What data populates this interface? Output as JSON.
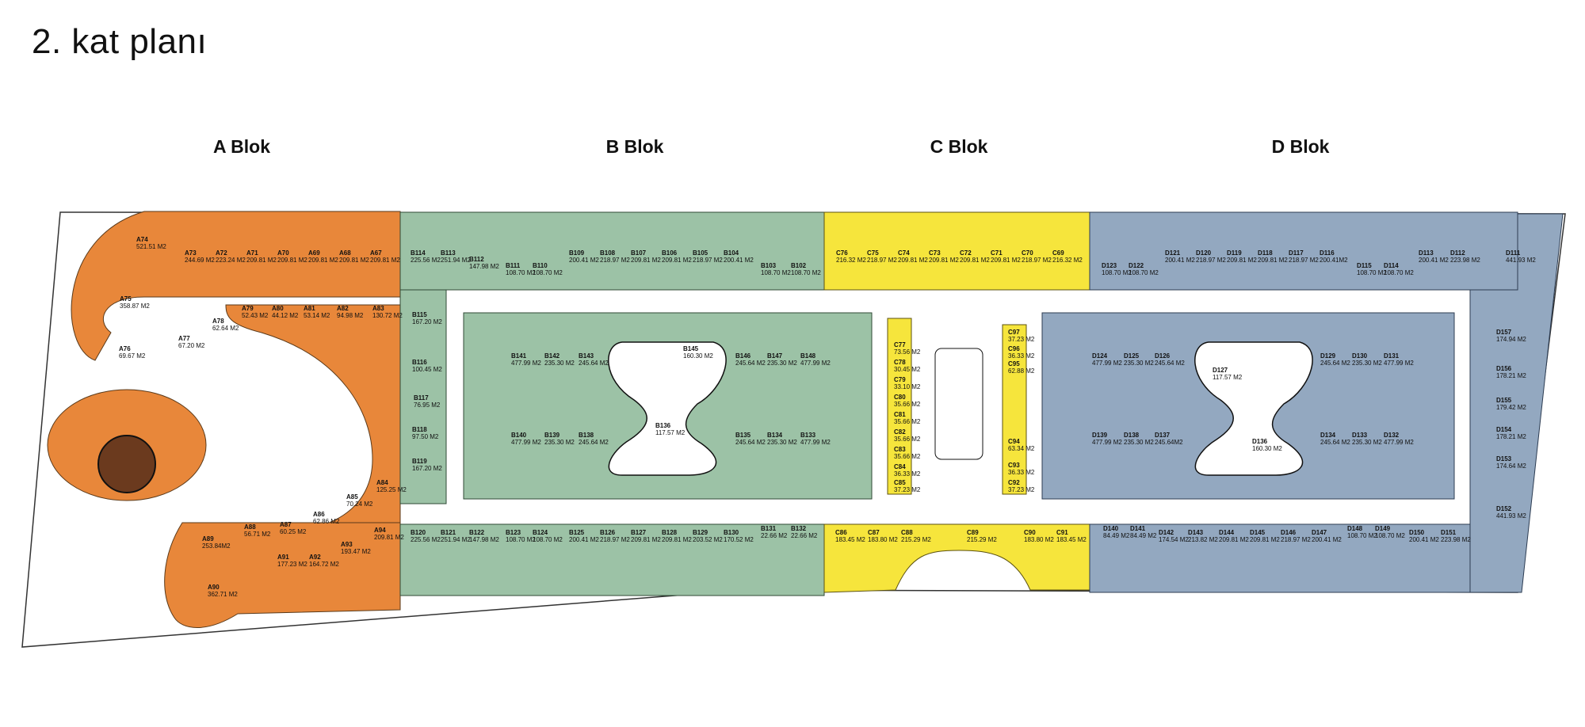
{
  "title": "2. kat planı",
  "blocks": [
    {
      "label": "A Blok",
      "color": "#E8873A"
    },
    {
      "label": "B Blok",
      "color": "#9CC2A6"
    },
    {
      "label": "C Blok",
      "color": "#F6E53C"
    },
    {
      "label": "D Blok",
      "color": "#93A8C0"
    }
  ],
  "units": {
    "A": [
      {
        "id": "A74",
        "area": "521.51 M2"
      },
      {
        "id": "A73",
        "area": "244.69 M2"
      },
      {
        "id": "A72",
        "area": "223.24 M2"
      },
      {
        "id": "A71",
        "area": "209.81 M2"
      },
      {
        "id": "A70",
        "area": "209.81 M2"
      },
      {
        "id": "A69",
        "area": "209.81 M2"
      },
      {
        "id": "A68",
        "area": "209.81 M2"
      },
      {
        "id": "A67",
        "area": "209.81 M2"
      },
      {
        "id": "A75",
        "area": "358.87 M2"
      },
      {
        "id": "A76",
        "area": "69.67 M2"
      },
      {
        "id": "A77",
        "area": "67.20 M2"
      },
      {
        "id": "A78",
        "area": "62.64 M2"
      },
      {
        "id": "A79",
        "area": "52.43 M2"
      },
      {
        "id": "A80",
        "area": "44.12 M2"
      },
      {
        "id": "A81",
        "area": "53.14 M2"
      },
      {
        "id": "A82",
        "area": "94.98 M2"
      },
      {
        "id": "A83",
        "area": "130.72 M2"
      },
      {
        "id": "A84",
        "area": "125.25 M2"
      },
      {
        "id": "A85",
        "area": "70.24 M2"
      },
      {
        "id": "A86",
        "area": "62.86 M2"
      },
      {
        "id": "A87",
        "area": "60.25 M2"
      },
      {
        "id": "A88",
        "area": "56.71 M2"
      },
      {
        "id": "A89",
        "area": "253.84M2"
      },
      {
        "id": "A90",
        "area": "362.71 M2"
      },
      {
        "id": "A91",
        "area": "177.23 M2"
      },
      {
        "id": "A92",
        "area": "164.72 M2"
      },
      {
        "id": "A93",
        "area": "193.47 M2"
      },
      {
        "id": "A94",
        "area": "209.81 M2"
      }
    ],
    "B": [
      {
        "id": "B114",
        "area": "225.56 M2"
      },
      {
        "id": "B113",
        "area": "251.94 M2"
      },
      {
        "id": "B112",
        "area": "147.98 M2"
      },
      {
        "id": "B111",
        "area": "108.70 M2"
      },
      {
        "id": "B110",
        "area": "108.70 M2"
      },
      {
        "id": "B109",
        "area": "200.41 M2"
      },
      {
        "id": "B108",
        "area": "218.97 M2"
      },
      {
        "id": "B107",
        "area": "209.81 M2"
      },
      {
        "id": "B106",
        "area": "209.81 M2"
      },
      {
        "id": "B105",
        "area": "218.97 M2"
      },
      {
        "id": "B104",
        "area": "200.41 M2"
      },
      {
        "id": "B103",
        "area": "108.70 M2"
      },
      {
        "id": "B102",
        "area": "108.70 M2"
      },
      {
        "id": "B115",
        "area": "167.20 M2"
      },
      {
        "id": "B116",
        "area": "100.45 M2"
      },
      {
        "id": "B117",
        "area": "76.95 M2"
      },
      {
        "id": "B118",
        "area": "97.50 M2"
      },
      {
        "id": "B119",
        "area": "167.20 M2"
      },
      {
        "id": "B141",
        "area": "477.99 M2"
      },
      {
        "id": "B142",
        "area": "235.30 M2"
      },
      {
        "id": "B143",
        "area": "245.64 M2"
      },
      {
        "id": "B145",
        "area": "160.30 M2"
      },
      {
        "id": "B146",
        "area": "245.64 M2"
      },
      {
        "id": "B147",
        "area": "235.30 M2"
      },
      {
        "id": "B148",
        "area": "477.99 M2"
      },
      {
        "id": "B140",
        "area": "477.99 M2"
      },
      {
        "id": "B139",
        "area": "235.30 M2"
      },
      {
        "id": "B138",
        "area": "245.64 M2"
      },
      {
        "id": "B136",
        "area": "117.57 M2"
      },
      {
        "id": "B135",
        "area": "245.64 M2"
      },
      {
        "id": "B134",
        "area": "235.30 M2"
      },
      {
        "id": "B133",
        "area": "477.99 M2"
      },
      {
        "id": "B120",
        "area": "225.56 M2"
      },
      {
        "id": "B121",
        "area": "251.94 M2"
      },
      {
        "id": "B122",
        "area": "147.98 M2"
      },
      {
        "id": "B123",
        "area": "108.70 M2"
      },
      {
        "id": "B124",
        "area": "108.70 M2"
      },
      {
        "id": "B125",
        "area": "200.41 M2"
      },
      {
        "id": "B126",
        "area": "218.97 M2"
      },
      {
        "id": "B127",
        "area": "209.81 M2"
      },
      {
        "id": "B128",
        "area": "209.81 M2"
      },
      {
        "id": "B129",
        "area": "203.52 M2"
      },
      {
        "id": "B130",
        "area": "170.52 M2"
      },
      {
        "id": "B131",
        "area": "22.66 M2"
      },
      {
        "id": "B132",
        "area": "22.66 M2"
      }
    ],
    "C": [
      {
        "id": "C76",
        "area": "216.32 M2"
      },
      {
        "id": "C75",
        "area": "218.97 M2"
      },
      {
        "id": "C74",
        "area": "209.81 M2"
      },
      {
        "id": "C73",
        "area": "209.81 M2"
      },
      {
        "id": "C72",
        "area": "209.81 M2"
      },
      {
        "id": "C71",
        "area": "209.81 M2"
      },
      {
        "id": "C70",
        "area": "218.97 M2"
      },
      {
        "id": "C69",
        "area": "216.32 M2"
      },
      {
        "id": "C77",
        "area": "73.56 M2"
      },
      {
        "id": "C78",
        "area": "30.45 M2"
      },
      {
        "id": "C79",
        "area": "33.10 M2"
      },
      {
        "id": "C80",
        "area": "35.66 M2"
      },
      {
        "id": "C81",
        "area": "35.66 M2"
      },
      {
        "id": "C82",
        "area": "35.66 M2"
      },
      {
        "id": "C83",
        "area": "35.66 M2"
      },
      {
        "id": "C84",
        "area": "36.33 M2"
      },
      {
        "id": "C85",
        "area": "37.23 M2"
      },
      {
        "id": "C97",
        "area": "37.23 M2"
      },
      {
        "id": "C96",
        "area": "36.33 M2"
      },
      {
        "id": "C95",
        "area": "62.88 M2"
      },
      {
        "id": "C94",
        "area": "63.34 M2"
      },
      {
        "id": "C93",
        "area": "36.33 M2"
      },
      {
        "id": "C92",
        "area": "37.23 M2"
      },
      {
        "id": "C86",
        "area": "183.45 M2"
      },
      {
        "id": "C87",
        "area": "183.80 M2"
      },
      {
        "id": "C88",
        "area": "215.29 M2"
      },
      {
        "id": "C89",
        "area": "215.29 M2"
      },
      {
        "id": "C90",
        "area": "183.80 M2"
      },
      {
        "id": "C91",
        "area": "183.45 M2"
      }
    ],
    "D": [
      {
        "id": "D123",
        "area": "108.70 M2"
      },
      {
        "id": "D122",
        "area": "108.70 M2"
      },
      {
        "id": "D121",
        "area": "200.41 M2"
      },
      {
        "id": "D120",
        "area": "218.97 M2"
      },
      {
        "id": "D119",
        "area": "209.81 M2"
      },
      {
        "id": "D118",
        "area": "209.81 M2"
      },
      {
        "id": "D117",
        "area": "218.97 M2"
      },
      {
        "id": "D116",
        "area": "200.41M2"
      },
      {
        "id": "D115",
        "area": "108.70 M2"
      },
      {
        "id": "D114",
        "area": "108.70 M2"
      },
      {
        "id": "D113",
        "area": "200.41 M2"
      },
      {
        "id": "D112",
        "area": "223.98 M2"
      },
      {
        "id": "D111",
        "area": "441.93 M2"
      },
      {
        "id": "D124",
        "area": "477.99 M2"
      },
      {
        "id": "D125",
        "area": "235.30 M2"
      },
      {
        "id": "D126",
        "area": "245.64 M2"
      },
      {
        "id": "D127",
        "area": "117.57 M2"
      },
      {
        "id": "D129",
        "area": "245.64 M2"
      },
      {
        "id": "D130",
        "area": "235.30 M2"
      },
      {
        "id": "D131",
        "area": "477.99 M2"
      },
      {
        "id": "D139",
        "area": "477.99 M2"
      },
      {
        "id": "D138",
        "area": "235.30 M2"
      },
      {
        "id": "D137",
        "area": "245.64M2"
      },
      {
        "id": "D136",
        "area": "160.30 M2"
      },
      {
        "id": "D134",
        "area": "245.64 M2"
      },
      {
        "id": "D133",
        "area": "235.30 M2"
      },
      {
        "id": "D132",
        "area": "477.99 M2"
      },
      {
        "id": "D157",
        "area": "174.94 M2"
      },
      {
        "id": "D156",
        "area": "178.21 M2"
      },
      {
        "id": "D155",
        "area": "179.42 M2"
      },
      {
        "id": "D154",
        "area": "178.21 M2"
      },
      {
        "id": "D153",
        "area": "174.64 M2"
      },
      {
        "id": "D152",
        "area": "441.93 M2"
      },
      {
        "id": "D140",
        "area": "84.49 M2"
      },
      {
        "id": "D141",
        "area": "84.49 M2"
      },
      {
        "id": "D142",
        "area": "174.54 M2"
      },
      {
        "id": "D143",
        "area": "213.82 M2"
      },
      {
        "id": "D144",
        "area": "209.81 M2"
      },
      {
        "id": "D145",
        "area": "209.81 M2"
      },
      {
        "id": "D146",
        "area": "218.97 M2"
      },
      {
        "id": "D147",
        "area": "200.41 M2"
      },
      {
        "id": "D148",
        "area": "108.70 M2"
      },
      {
        "id": "D149",
        "area": "108.70 M2"
      },
      {
        "id": "D150",
        "area": "200.41 M2"
      },
      {
        "id": "D151",
        "area": "223.98 M2"
      }
    ]
  }
}
